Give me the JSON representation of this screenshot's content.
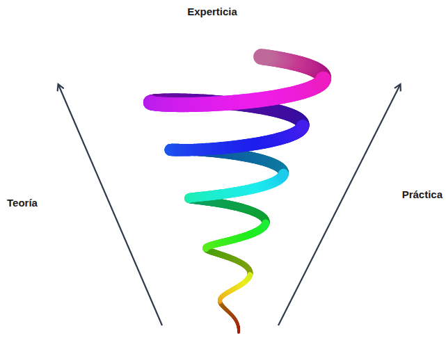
{
  "diagram": {
    "labels": [
      "Experticia",
      "Teoría",
      "Práctica"
    ]
  }
}
